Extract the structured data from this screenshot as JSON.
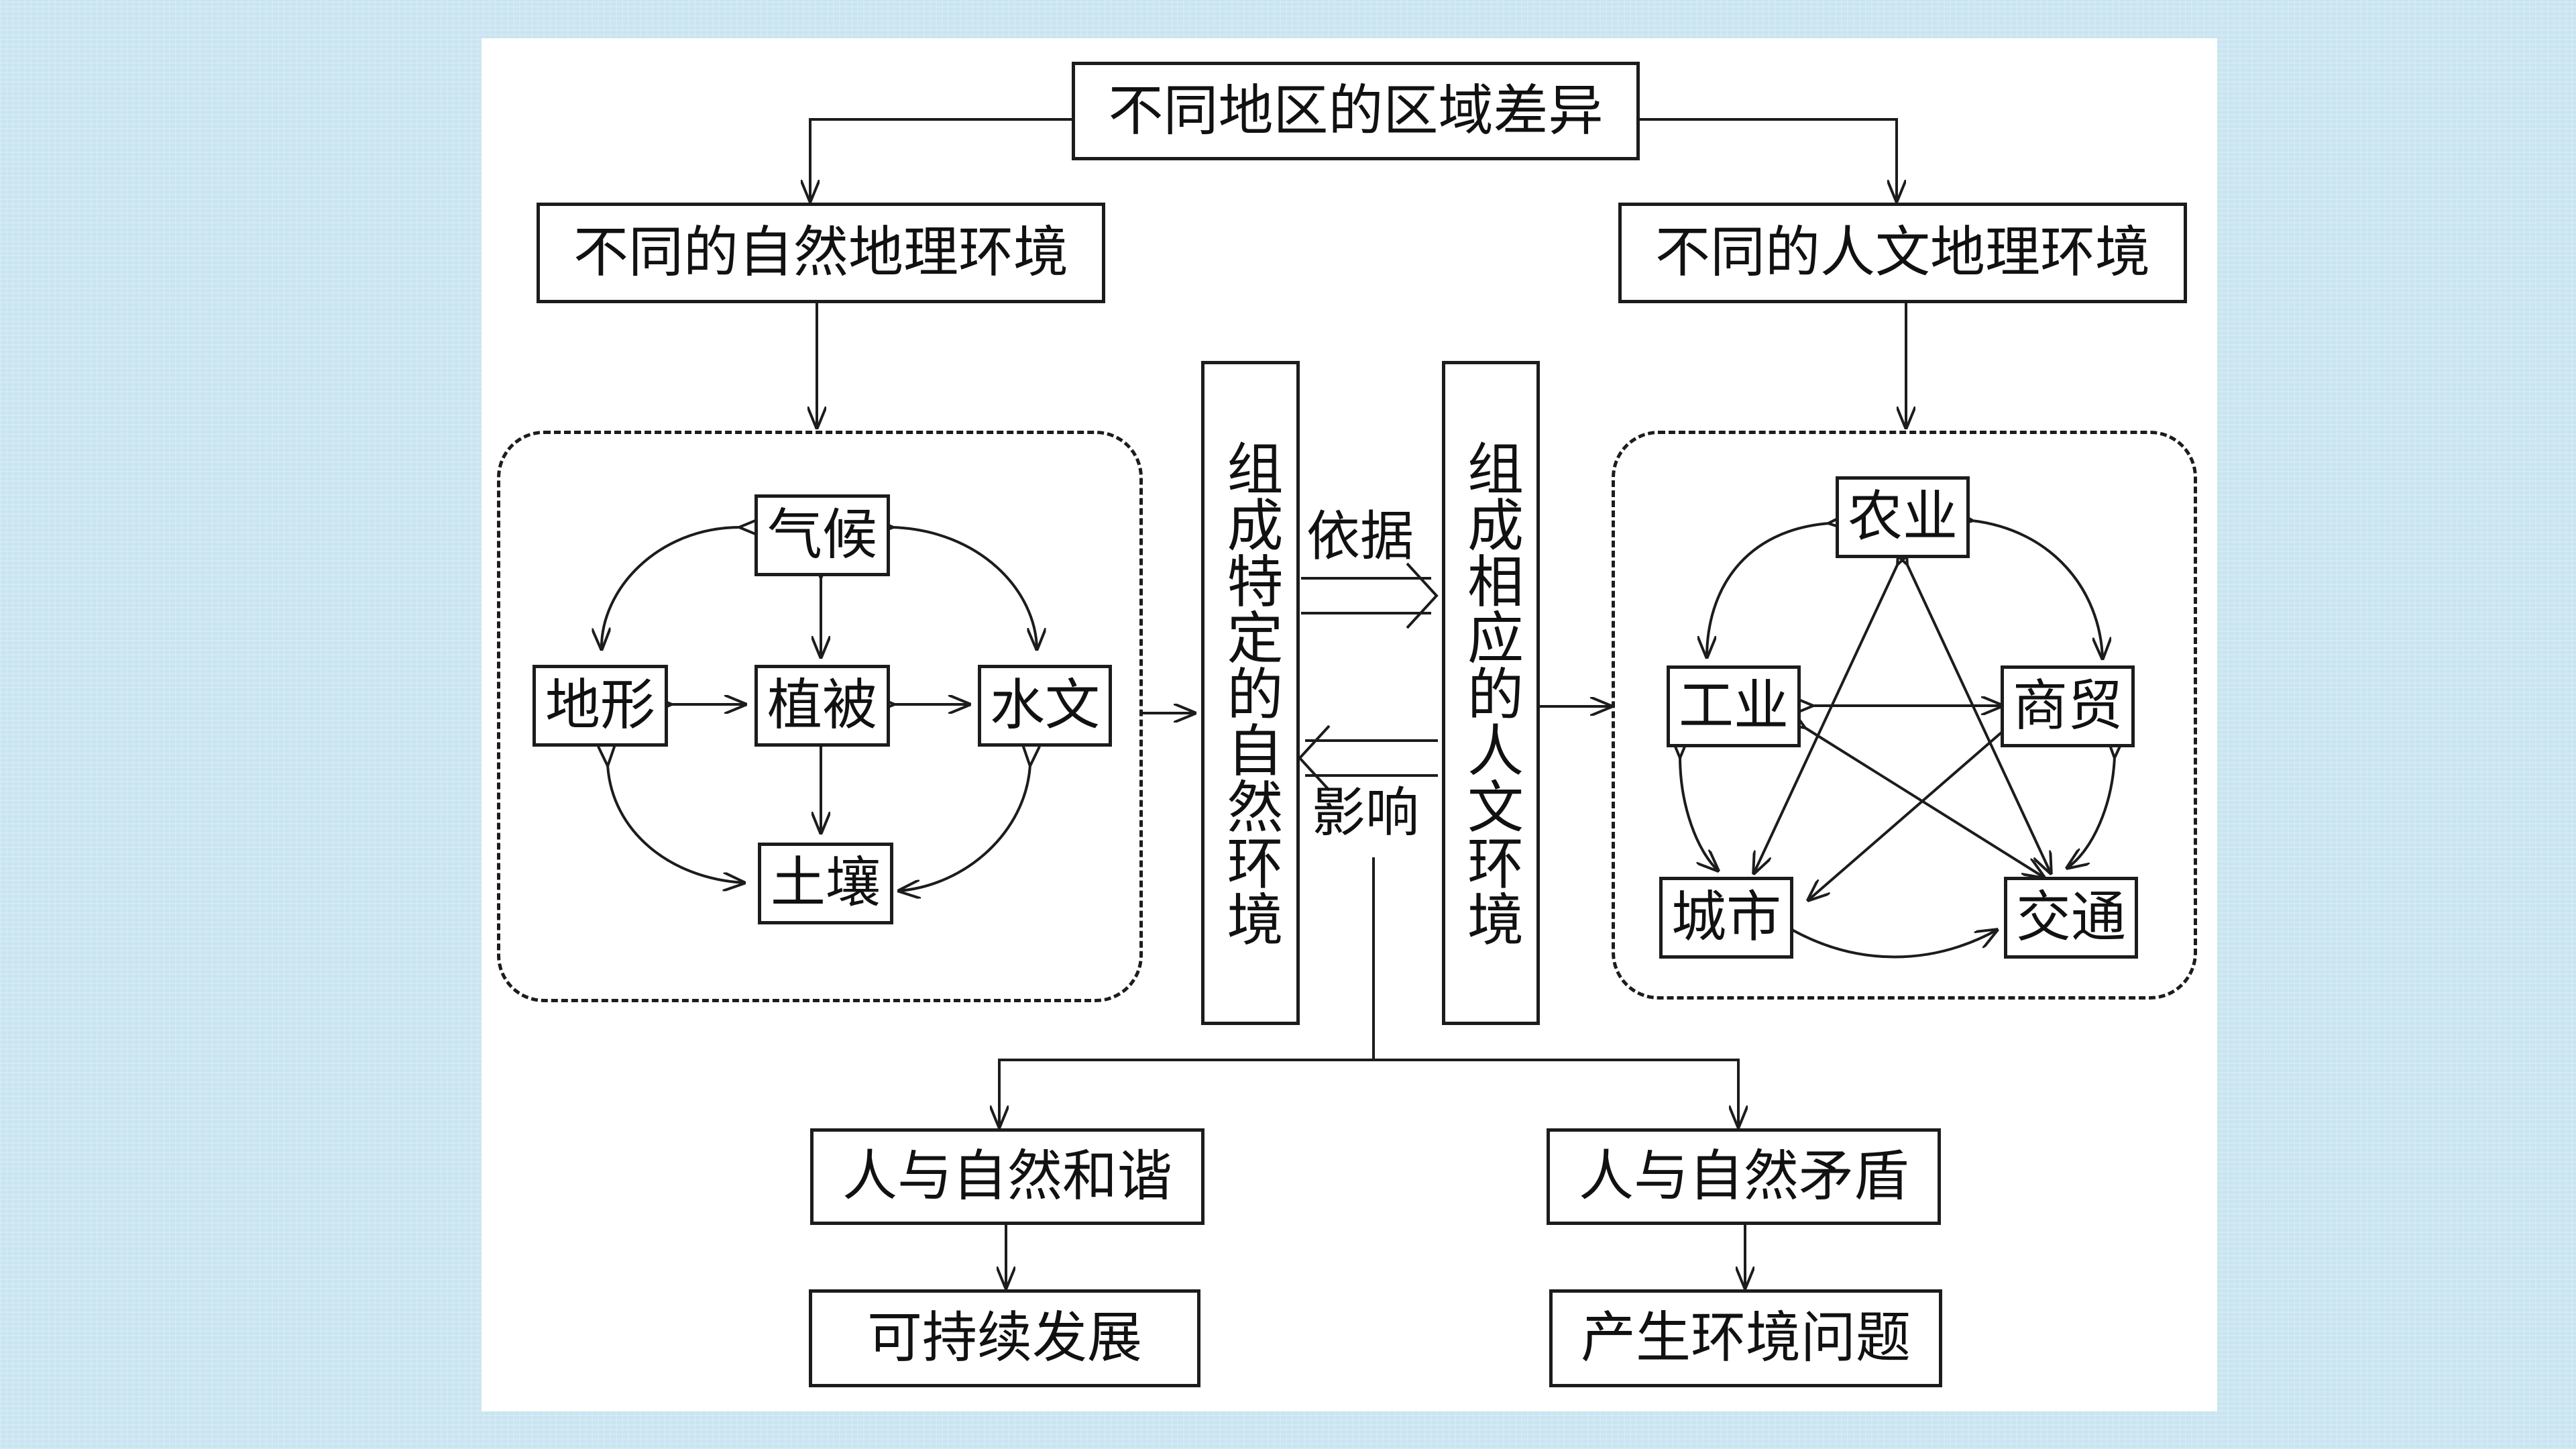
{
  "top": {
    "title": "不同地区的区域差异"
  },
  "natural": {
    "heading": "不同的自然地理环境",
    "elements": {
      "climate": "气候",
      "terrain": "地形",
      "vegetation": "植被",
      "hydrology": "水文",
      "soil": "土壤"
    },
    "composed": "组成特定的自然环境"
  },
  "human": {
    "heading": "不同的人文地理环境",
    "elements": {
      "agriculture": "农业",
      "industry": "工业",
      "commerce": "商贸",
      "city": "城市",
      "transport": "交通"
    },
    "composed": "组成相应的人文环境"
  },
  "relations": {
    "basis": "依据",
    "influence": "影响"
  },
  "outcomes": {
    "harmony": "人与自然和谐",
    "sustainable": "可持续发展",
    "conflict": "人与自然矛盾",
    "problems": "产生环境问题"
  }
}
